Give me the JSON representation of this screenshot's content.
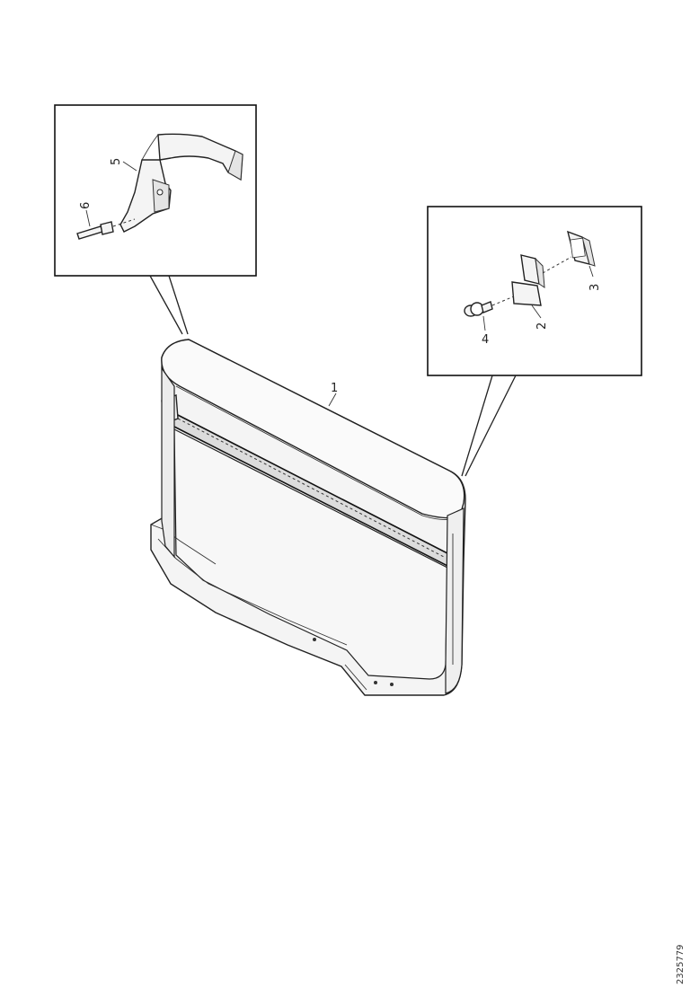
{
  "diagram": {
    "callouts": {
      "main_panel": "1",
      "clip": "2",
      "clip_bracket": "3",
      "fastener": "4",
      "bracket": "5",
      "screw": "6"
    },
    "document_number": "2325779"
  }
}
